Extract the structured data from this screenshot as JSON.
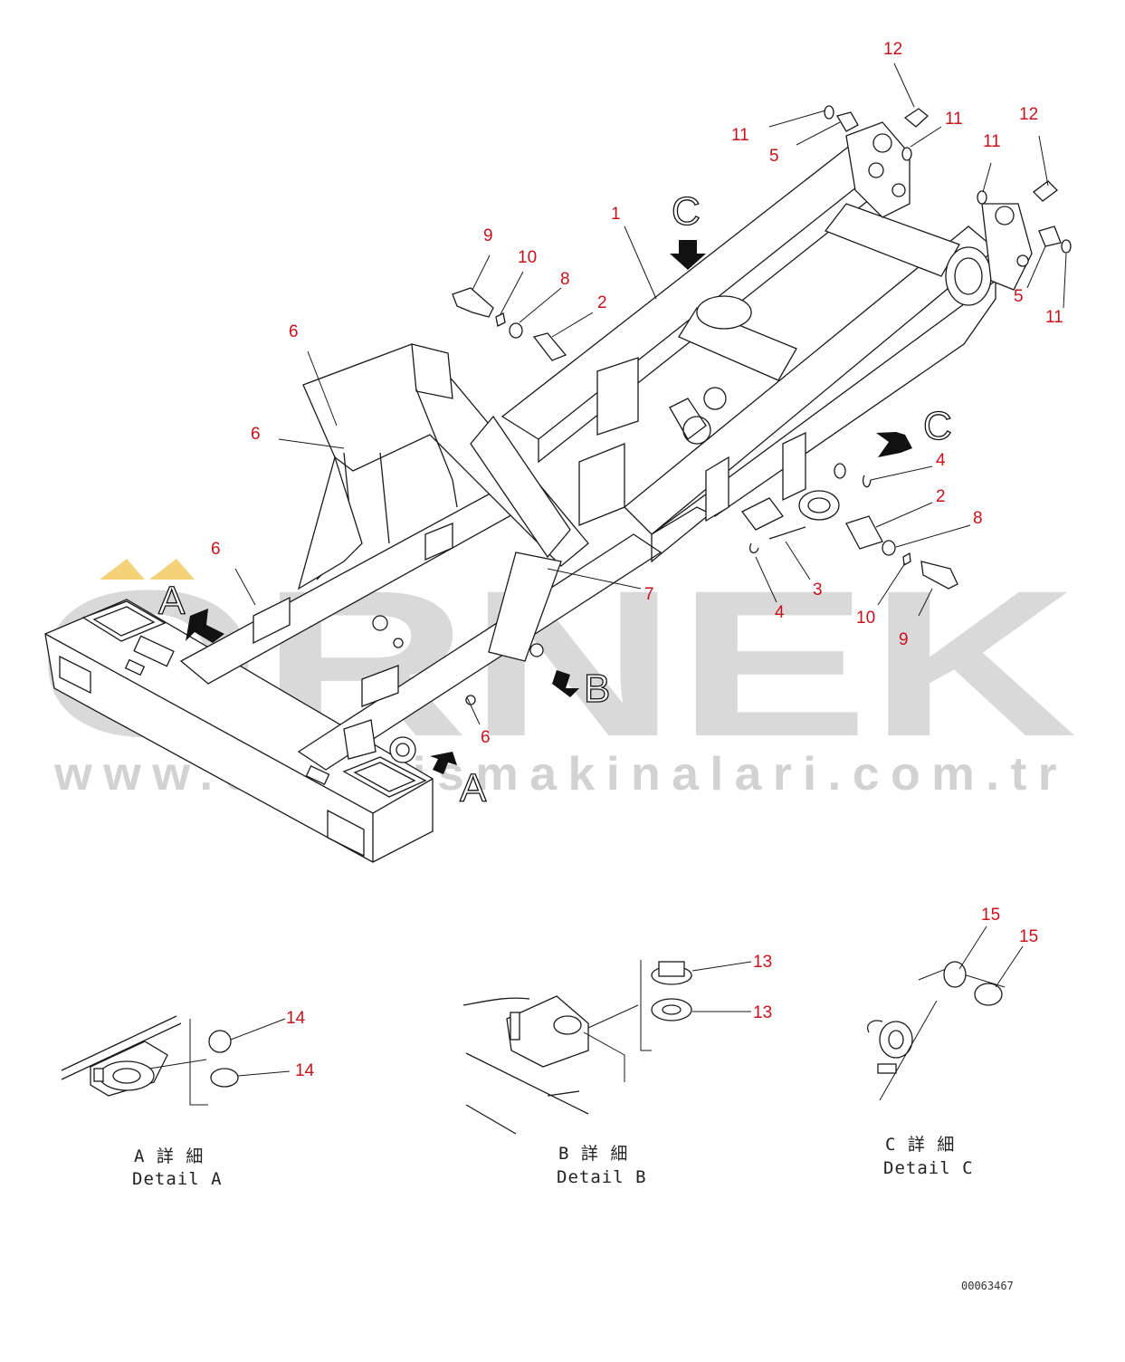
{
  "watermark": {
    "brand": "ORNEK",
    "url": "www.ornekismakinalari.com.tr"
  },
  "callouts": {
    "c1": "1",
    "c2_upper": "2",
    "c2_lower": "2",
    "c3": "3",
    "c4_right": "4",
    "c4_lower": "4",
    "c5_top": "5",
    "c5_right": "5",
    "c6_upper": "6",
    "c6_mid": "6",
    "c6_left": "6",
    "c6_bottom": "6",
    "c7": "7",
    "c8_upper": "8",
    "c8_lower": "8",
    "c9_upper": "9",
    "c9_lower": "9",
    "c10_upper": "10",
    "c10_lower": "10",
    "c11_a": "11",
    "c11_b": "11",
    "c11_c": "11",
    "c11_d": "11",
    "c12_a": "12",
    "c12_b": "12",
    "c13_a": "13",
    "c13_b": "13",
    "c14_a": "14",
    "c14_b": "14",
    "c15_a": "15",
    "c15_b": "15"
  },
  "view_arrows": {
    "a_left": "A",
    "a_bottom": "A",
    "b": "B",
    "c_top": "C",
    "c_right": "C"
  },
  "details": {
    "a_jp": "A 詳 細",
    "a_en": "Detail A",
    "b_jp": "B 詳 細",
    "b_en": "Detail B",
    "c_jp": "C 詳 細",
    "c_en": "Detail C"
  },
  "drawing_id": "00063467",
  "colors": {
    "callout": "#c8121b",
    "watermark": "#d9d9d9",
    "watermark_accent": "#f3d27a",
    "line": "#1a1a1a"
  }
}
